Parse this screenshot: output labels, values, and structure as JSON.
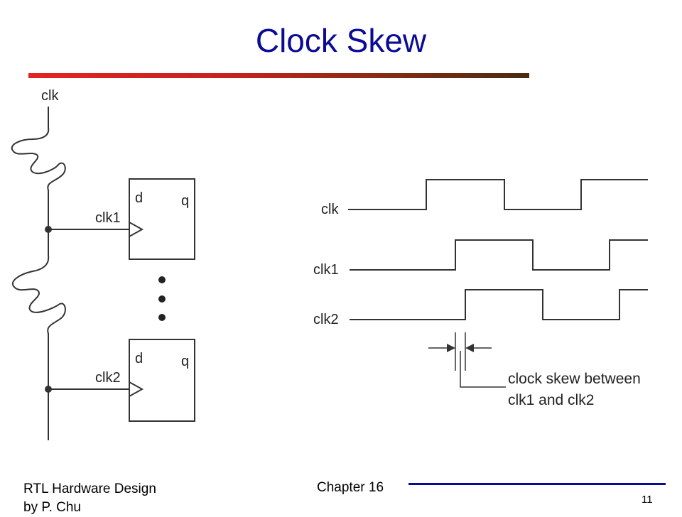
{
  "slide": {
    "title": "Clock Skew",
    "accent_colors": {
      "title": "#0b0b96",
      "rule_start": "#e32323",
      "rule_end": "#4a2a10"
    }
  },
  "circuit": {
    "clock_source_label": "clk",
    "flipflops": [
      {
        "clock_label": "clk1",
        "d_label": "d",
        "q_label": "q"
      },
      {
        "clock_label": "clk2",
        "d_label": "d",
        "q_label": "q"
      }
    ]
  },
  "timing": {
    "signals": [
      {
        "name": "clk"
      },
      {
        "name": "clk1"
      },
      {
        "name": "clk2"
      }
    ],
    "annotation_line1": "clock skew between",
    "annotation_line2": "clk1 and clk2"
  },
  "footer": {
    "book_line1": "RTL Hardware Design",
    "book_line2": "by P. Chu",
    "chapter": "Chapter 16",
    "page_number": "11"
  }
}
